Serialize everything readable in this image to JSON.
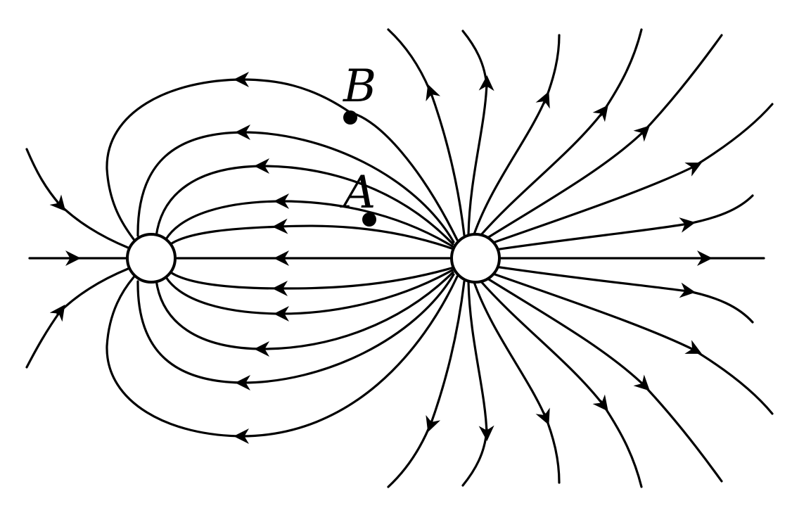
{
  "diagram": {
    "points": [
      {
        "id": "A",
        "label": "A"
      },
      {
        "id": "B",
        "label": "B"
      }
    ],
    "charges": [
      {
        "id": "left-charge"
      },
      {
        "id": "right-charge"
      }
    ],
    "colors": {
      "line": "#000000",
      "charge_fill": "#ffffff",
      "background": "#ffffff"
    }
  }
}
